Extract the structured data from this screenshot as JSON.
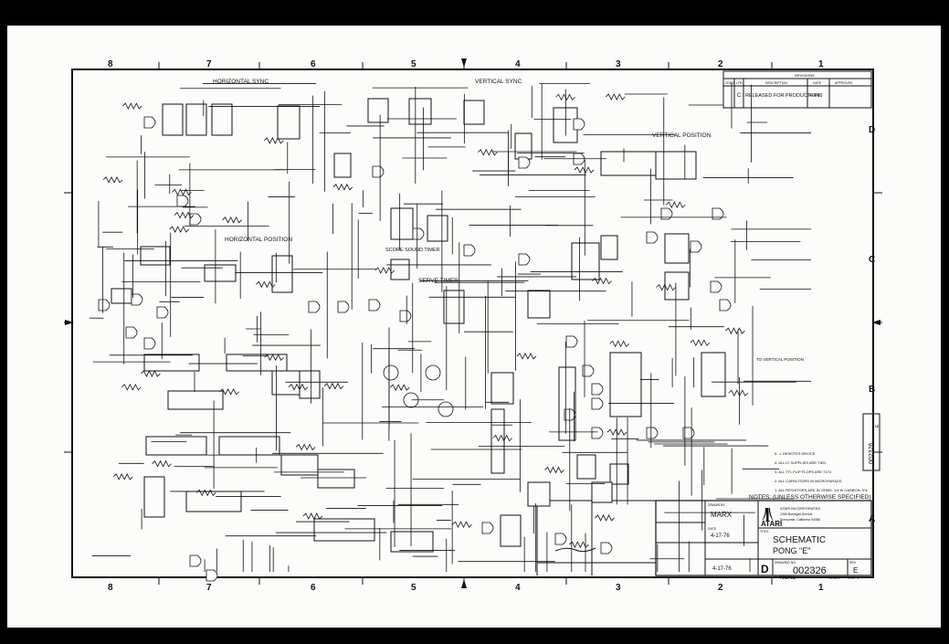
{
  "colors": {
    "frame": "#000000",
    "paper": "#fcfcfa",
    "ink": "#111111"
  },
  "zones": {
    "columns": [
      "8",
      "7",
      "6",
      "5",
      "4",
      "3",
      "2",
      "1"
    ],
    "rows": [
      "D",
      "C",
      "B",
      "A"
    ]
  },
  "sections": {
    "horizontal_sync": "HORIZONTAL SYNC",
    "vertical_sync": "VERTICAL SYNC",
    "vertical_position": "VERTICAL POSITION",
    "horizontal_position": "HORIZONTAL POSITION",
    "score_sound_timer": "SCORE SOUND TIMER",
    "serve_timer": "SERVE TIMER",
    "to_vertical_position": "TO VERTICAL POSITION"
  },
  "revisions": {
    "header": "REVISIONS",
    "columns": [
      "ZONE",
      "LTR",
      "DESCRIPTION",
      "DATE",
      "APPROVED"
    ],
    "rows": [
      {
        "ltr": "C",
        "description": "RELEASED FOR PRODUCTION",
        "date": "4-4-80"
      }
    ]
  },
  "notes": {
    "header": "NOTES: (UNLESS OTHERWISE SPECIFIED)",
    "items": [
      "5. ⊥ DENOTES DEVICE",
      "4. ALL IC SUPPLIES ARE TIED",
      "3. ALL TTL FLIP FLOPS ARE 7474",
      "2. ALL CAPACITORS IN MICROFARADS",
      "1. ALL RESISTORS ARE IN OHMS, 1/4 W CARBON, 5%"
    ]
  },
  "title_block": {
    "company": "ATARI",
    "company_name": "ATARI INCORPORATED",
    "address_1": "1265 Borregas Avenue",
    "address_2": "Sunnyvale, California 94086",
    "drawn_label": "DRAWN BY",
    "drawn_by": "MARX",
    "date_label": "DATE",
    "date": "4-17-76",
    "approved": "4-17-76",
    "title_label": "TITLE",
    "title_line1": "SCHEMATIC",
    "title_line2": "PONG \"E\"",
    "size": "D",
    "drawing_number_label": "DRAWING NO.",
    "drawing_number": "002326",
    "scale_label": "SCALE",
    "scale": "NONE",
    "rev_label": "REV",
    "revision": "E",
    "sheet_label": "SHEET",
    "sheet": "1 OF 1"
  },
  "side_stamp": "002326",
  "side_stamp_rev": "E"
}
